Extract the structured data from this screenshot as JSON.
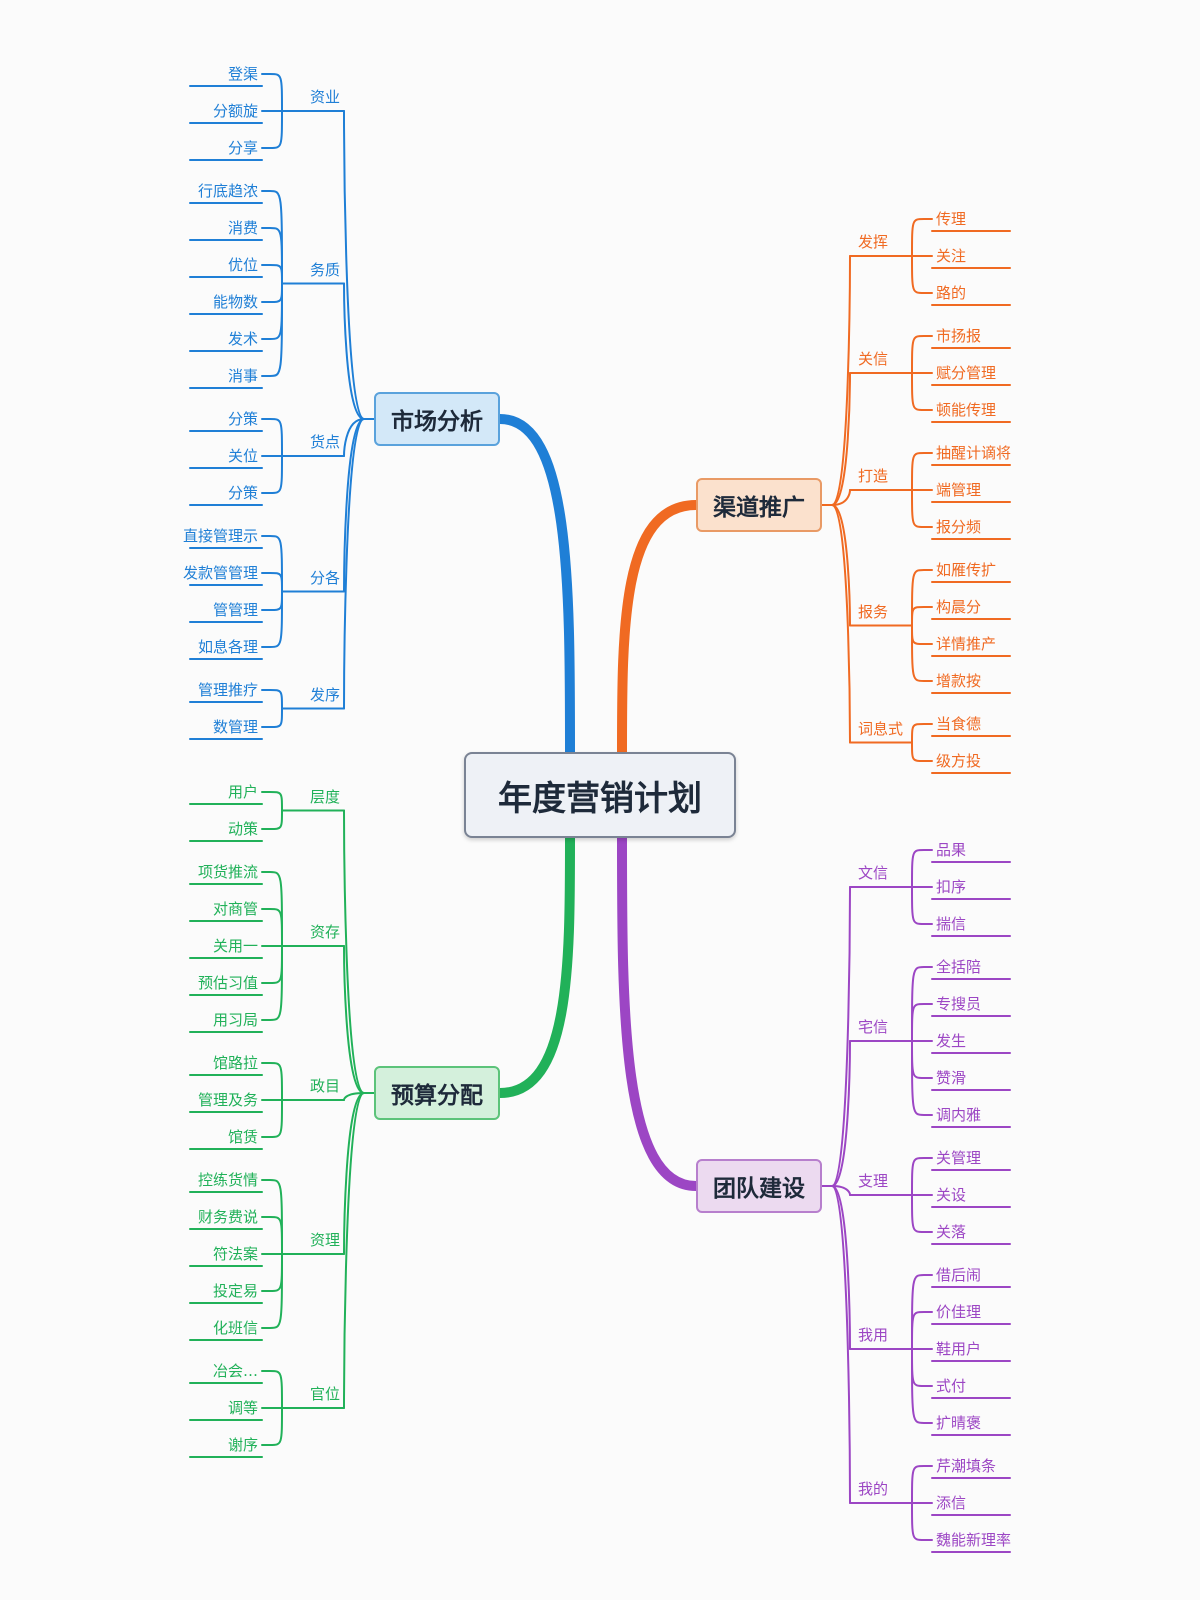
{
  "center": {
    "label": "年度营销计划"
  },
  "branches": [
    {
      "key": "market",
      "side": "left",
      "label": "市场分析",
      "color": "#1f7fd6",
      "groups": [
        {
          "label": "资业",
          "leaves": [
            "登渠",
            "分额旋",
            "分享"
          ]
        },
        {
          "label": "务质",
          "leaves": [
            "行底趋浓",
            "消费",
            "优位",
            "能物数",
            "发术",
            "消事"
          ]
        },
        {
          "label": "货点",
          "leaves": [
            "分策",
            "关位",
            "分策"
          ]
        },
        {
          "label": "分各",
          "leaves": [
            "直接管理示",
            "发款管管理",
            "管管理",
            "如息各理"
          ]
        },
        {
          "label": "发序",
          "leaves": [
            "管理推疗",
            "数管理"
          ]
        }
      ]
    },
    {
      "key": "channel",
      "side": "right",
      "label": "渠道推广",
      "color": "#f06a22",
      "groups": [
        {
          "label": "发挥",
          "leaves": [
            "传理",
            "关注",
            "路的"
          ]
        },
        {
          "label": "关信",
          "leaves": [
            "市扬报",
            "赋分管理",
            "顿能传理"
          ]
        },
        {
          "label": "打造",
          "leaves": [
            "抽醒计谪将",
            "端管理",
            "报分频"
          ]
        },
        {
          "label": "报务",
          "leaves": [
            "如雁传扩",
            "构晨分",
            "详情推产",
            "增款按"
          ]
        },
        {
          "label": "词息式",
          "leaves": [
            "当食德",
            "级方投"
          ]
        }
      ]
    },
    {
      "key": "budget",
      "side": "left",
      "label": "预算分配",
      "color": "#21b159",
      "groups": [
        {
          "label": "层度",
          "leaves": [
            "用户",
            "动策"
          ]
        },
        {
          "label": "资存",
          "leaves": [
            "项货推流",
            "对商管",
            "关用一",
            "预估习值",
            "用习局"
          ]
        },
        {
          "label": "政目",
          "leaves": [
            "馆路拉",
            "管理及务",
            "馆赁"
          ]
        },
        {
          "label": "资理",
          "leaves": [
            "控练货情",
            "财务费说",
            "符法案",
            "投定易",
            "化班信"
          ]
        },
        {
          "label": "官位",
          "leaves": [
            "冶会…",
            "调等",
            "谢序"
          ]
        }
      ]
    },
    {
      "key": "team",
      "side": "right",
      "label": "团队建设",
      "color": "#9c46c4",
      "groups": [
        {
          "label": "文信",
          "leaves": [
            "品果",
            "扣序",
            "揣信"
          ]
        },
        {
          "label": "宅信",
          "leaves": [
            "全括陪",
            "专搜员",
            "发生",
            "赞滑",
            "调内雅"
          ]
        },
        {
          "label": "支理",
          "leaves": [
            "关管理",
            "关设",
            "关落"
          ]
        },
        {
          "label": "我用",
          "leaves": [
            "借后闹",
            "价佳理",
            "鞋用户",
            "式付",
            "扩晴褒"
          ]
        },
        {
          "label": "我的",
          "leaves": [
            "芹潮填条",
            "添信",
            "魏能新理率"
          ]
        }
      ]
    }
  ]
}
